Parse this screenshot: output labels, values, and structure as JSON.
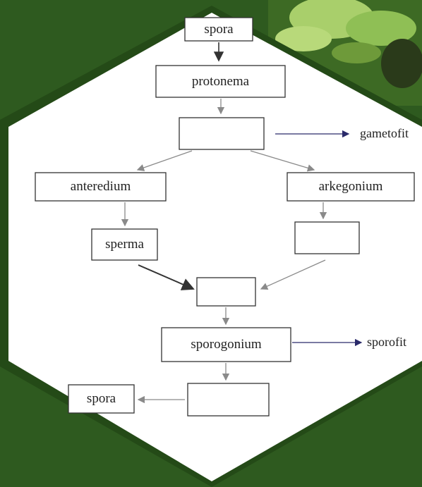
{
  "colors": {
    "background": "#2e5a1f",
    "border_dark": "#244a17",
    "hexagon_fill": "#ffffff",
    "box_stroke": "#333333",
    "arrow_gray": "#8a8a8a",
    "arrow_dark": "#333333",
    "arrow_navy": "#2a2a6a",
    "foliage_light": "#a9cf6b",
    "foliage_dark": "#3d6a24"
  },
  "diagram": {
    "nodes": {
      "spora_top": "spora",
      "protonema": "protonema",
      "blank_gametofit": "",
      "anteredium": "anteredium",
      "arkegonium": "arkegonium",
      "sperma": "sperma",
      "blank_ovum": "",
      "blank_zigot": "",
      "sporogonium": "sporogonium",
      "blank_spore_capsule": "",
      "spora_bottom": "spora"
    },
    "side_labels": {
      "gametofit": "gametofit",
      "sporofit": "sporofit"
    }
  }
}
